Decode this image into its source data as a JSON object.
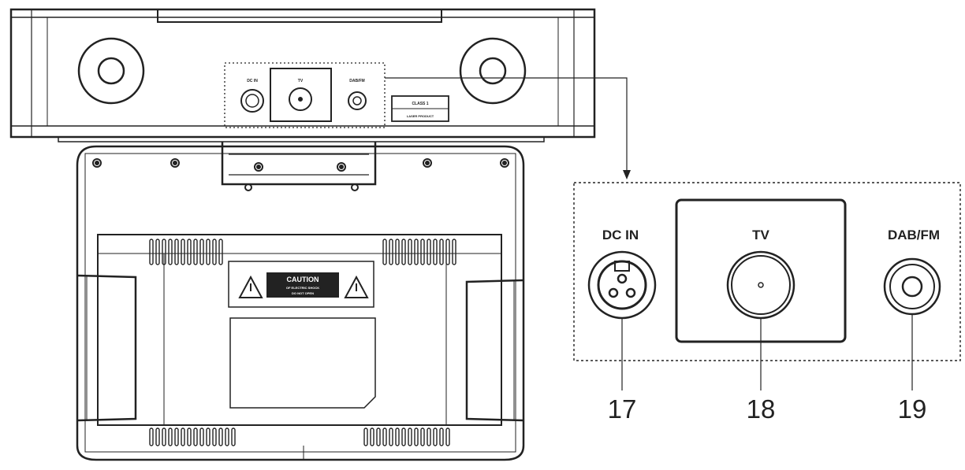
{
  "unit": {
    "ports": [
      {
        "label": "DC IN"
      },
      {
        "label": "TV"
      },
      {
        "label": "DAB/FM"
      }
    ],
    "laser_label": {
      "line1": "CLASS 1",
      "line2": "LASER PRODUCT"
    },
    "caution_label": {
      "title": "CAUTION",
      "line1": "OF ELECTRIC SHOCK",
      "line2": "DO NOT OPEN"
    }
  },
  "callout": {
    "ports": [
      {
        "label": "DC IN",
        "number": "17",
        "icon": "xlr-socket-icon"
      },
      {
        "label": "TV",
        "number": "18",
        "icon": "coax-socket-icon"
      },
      {
        "label": "DAB/FM",
        "number": "19",
        "icon": "antenna-socket-icon"
      }
    ]
  },
  "colors": {
    "line": "#222222",
    "background": "#ffffff"
  }
}
